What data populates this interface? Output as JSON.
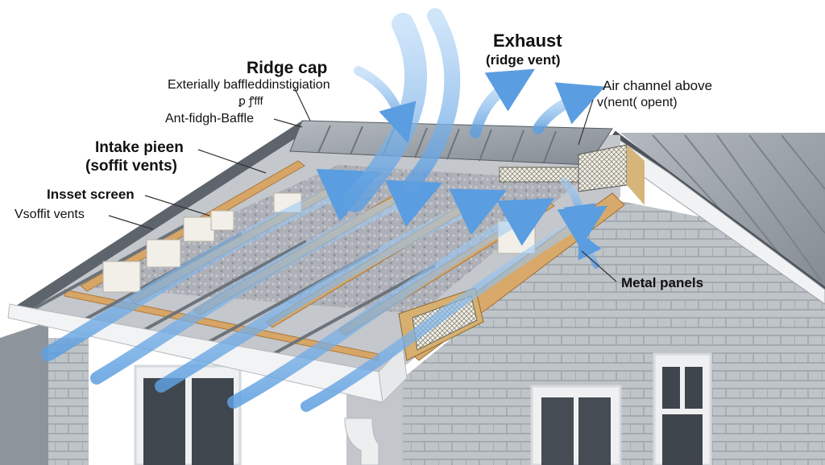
{
  "labels": {
    "ridge_cap": "Ridge cap",
    "externally_baffled": "Exterially baffleddinstigiation",
    "ridge_sub": "ꝑ ꝭfff",
    "anti_baffle": "Ant-fidgh-Baffle",
    "intake_line1": "Intake pieen",
    "intake_line2": "(soffit vents)",
    "insect_screen": "Insset screen",
    "soffit_vents": "Vsoffit vents",
    "exhaust_line1": "Exhaust",
    "exhaust_line2": "(ridge vent)",
    "air_channel_line1": "Air channel above",
    "air_channel_line2": "v(nent( opent)",
    "metal_panels": "Metal panels"
  },
  "colors": {
    "metal_roof": "#9aa1a8",
    "metal_roof_dark": "#6e757c",
    "siding": "#b9bec4",
    "wood": "#d8a868",
    "insulation": "#a9aab3",
    "airflow": "#6aa8e6",
    "trim": "#f2f3f4"
  }
}
